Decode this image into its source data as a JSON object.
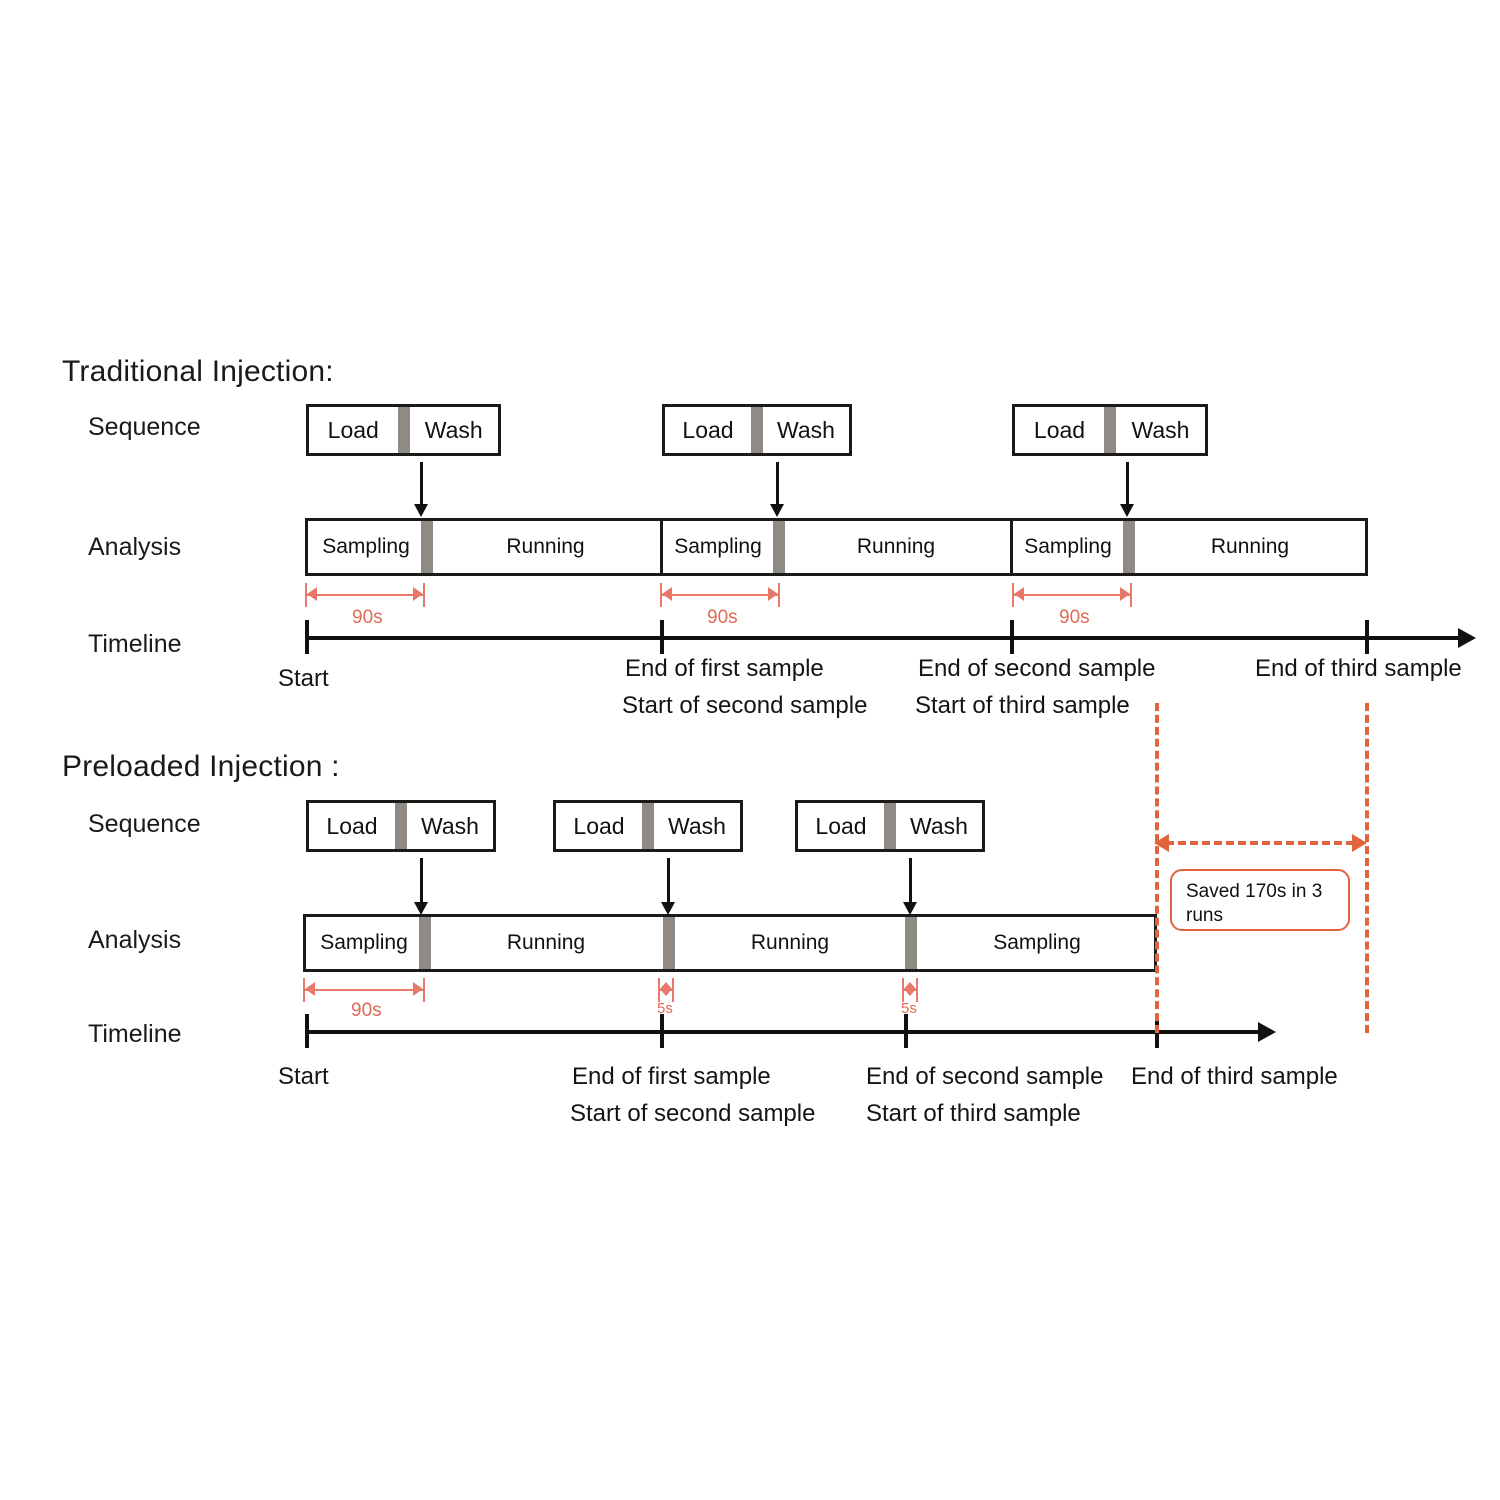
{
  "figure": {
    "title_traditional": "Traditional Injection:",
    "title_preloaded": "Preloaded Injection :"
  },
  "row_labels": {
    "sequence": "Sequence",
    "analysis": "Analysis",
    "timeline": "Timeline"
  },
  "sequence_box": {
    "load": "Load",
    "wash": "Wash"
  },
  "analysis_labels": {
    "sampling": "Sampling",
    "running": "Running"
  },
  "traditional": {
    "sequence_boxes": [
      {
        "load": "Load",
        "wash": "Wash"
      },
      {
        "load": "Load",
        "wash": "Wash"
      },
      {
        "load": "Load",
        "wash": "Wash"
      }
    ],
    "analysis_segments": [
      "Sampling",
      "Running",
      "Sampling",
      "Running",
      "Sampling",
      "Running"
    ],
    "measures": [
      "90s",
      "90s",
      "90s"
    ],
    "timeline_captions": [
      {
        "line1": "Start",
        "line2": ""
      },
      {
        "line1": "End of first sample",
        "line2": "Start of second sample"
      },
      {
        "line1": "End of second sample",
        "line2": "Start of third sample"
      },
      {
        "line1": "End of third sample",
        "line2": ""
      }
    ]
  },
  "preloaded": {
    "sequence_boxes": [
      {
        "load": "Load",
        "wash": "Wash"
      },
      {
        "load": "Load",
        "wash": "Wash"
      },
      {
        "load": "Load",
        "wash": "Wash"
      }
    ],
    "analysis_segments": [
      "Sampling",
      "Running",
      "Running",
      "Sampling"
    ],
    "measures": [
      "90s",
      "5s",
      "5s"
    ],
    "timeline_captions": [
      {
        "line1": "Start",
        "line2": ""
      },
      {
        "line1": "End of first sample",
        "line2": "Start of second sample"
      },
      {
        "line1": "End of second sample",
        "line2": "Start of third sample"
      },
      {
        "line1": "End of third sample",
        "line2": ""
      }
    ]
  },
  "callout": {
    "text_line1": "Saved 170s in 3",
    "text_line2": "runs"
  },
  "colors": {
    "ink": "#1a1a1a",
    "grey_band": "#8f8a84",
    "measure_red": "#e8796a",
    "accent_orange": "#e2643c",
    "background": "#ffffff"
  },
  "chart_data": {
    "type": "table",
    "title": "Traditional vs Preloaded Injection Timelines",
    "xlabel": "Timeline",
    "ylabel": "",
    "annotations": [
      "Saved 170s in 3 runs"
    ],
    "series": [
      {
        "name": "Traditional Injection",
        "sampling_overhead_per_run_s": [
          90,
          90,
          90
        ],
        "analysis_order": [
          "Sampling",
          "Running",
          "Sampling",
          "Running",
          "Sampling",
          "Running"
        ],
        "timeline_ticks": [
          "Start",
          "End of first sample / Start of second sample",
          "End of second sample / Start of third sample",
          "End of third sample"
        ]
      },
      {
        "name": "Preloaded Injection",
        "sampling_overhead_per_run_s": [
          90,
          5,
          5
        ],
        "analysis_order": [
          "Sampling",
          "Running",
          "Running",
          "Sampling"
        ],
        "timeline_ticks": [
          "Start",
          "End of first sample / Start of second sample",
          "End of second sample / Start of third sample",
          "End of third sample"
        ]
      }
    ],
    "saved_seconds": 170,
    "runs": 3
  }
}
